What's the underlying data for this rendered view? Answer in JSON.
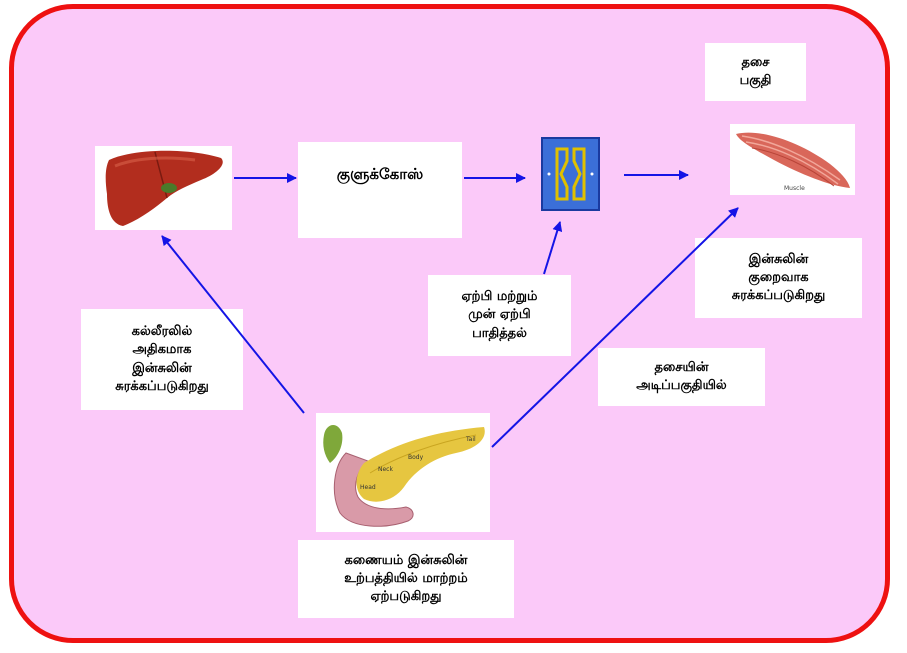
{
  "labels": {
    "glucose": "குளுக்கோஸ்",
    "muscle_part": "தசை\nபகுதி",
    "liver_excess": "கல்லீரலில்\nஅதிகமாக\nஇன்சுலின்\nசுரக்கப்படுகிறது",
    "receptor": "ஏற்பி மற்றும்\nமுன் ஏற்பி\nபாதித்தல்",
    "insulin_low": "இன்சுலின்\nகுறைவாக\nசுரக்கப்படுகிறது",
    "muscle_base": "தசையின்\nஅடிப்பகுதியில்",
    "pancreas_change": "கணையம் இன்சுலின்\nஉற்பத்தியில் மாற்றம்\nஏற்படுகிறது"
  },
  "image_text": {
    "muscle": "Muscle",
    "pancreas_body": "Body",
    "pancreas_tail": "Tail",
    "pancreas_neck": "Neck",
    "pancreas_head": "Head"
  },
  "colors": {
    "background": "#fbc9f9",
    "border": "#ee1111",
    "arrow": "#1414e6",
    "receptor_blue": "#3b6fd8",
    "receptor_gold": "#e0c000"
  }
}
